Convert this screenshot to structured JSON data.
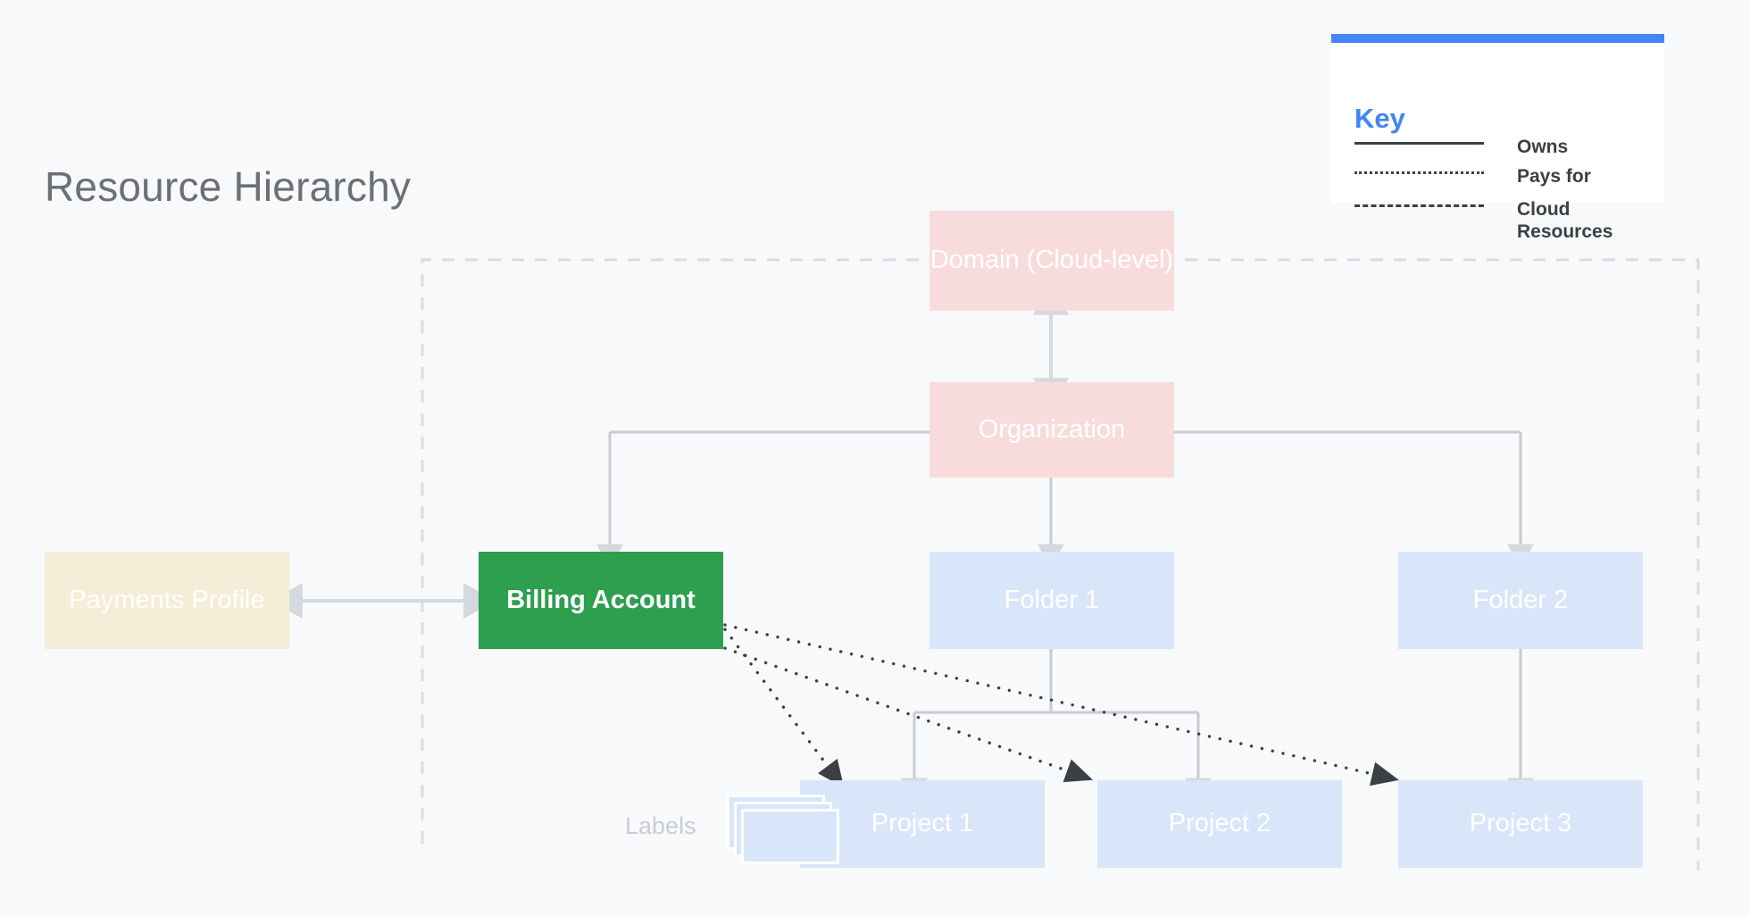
{
  "page": {
    "title": "Resource Hierarchy",
    "background_color": "#F7F9FA"
  },
  "colors": {
    "accent_blue": "#4285F4",
    "pink_node": "#F8DCDC",
    "blue_node": "#D9E5F9",
    "cream_node": "#F6EDD8",
    "green_node": "#2E9E4F",
    "owns_line": "#C8CCD0",
    "pays_for_line": "#3C4043",
    "cloud_resources_line": "#DADCE0",
    "title_text": "#6C6F73",
    "labels_text": "#C9CDD2",
    "key_text": "#3C4043"
  },
  "key": {
    "heading": "Key",
    "entries": [
      {
        "style": "solid",
        "label": "Owns"
      },
      {
        "style": "dotted",
        "label": "Pays for"
      },
      {
        "style": "dashed",
        "label": "Cloud\nResources"
      }
    ]
  },
  "nodes": {
    "domain": "Domain (Cloud-level)",
    "organization": "Organization",
    "payments_profile": "Payments Profile",
    "billing_account": "Billing Account",
    "folder_1": "Folder 1",
    "folder_2": "Folder 2",
    "project_1": "Project 1",
    "project_2": "Project 2",
    "project_3": "Project 3",
    "labels": "Labels"
  },
  "relations": [
    {
      "from": "Domain (Cloud-level)",
      "to": "Organization",
      "type": "Owns",
      "bidirectional": true
    },
    {
      "from": "Organization",
      "to": "Billing Account",
      "type": "Owns"
    },
    {
      "from": "Organization",
      "to": "Folder 1",
      "type": "Owns"
    },
    {
      "from": "Organization",
      "to": "Folder 2",
      "type": "Owns"
    },
    {
      "from": "Payments Profile",
      "to": "Billing Account",
      "type": "Owns",
      "bidirectional": true
    },
    {
      "from": "Folder 1",
      "to": "Project 1",
      "type": "Owns"
    },
    {
      "from": "Folder 1",
      "to": "Project 2",
      "type": "Owns"
    },
    {
      "from": "Folder 2",
      "to": "Project 3",
      "type": "Owns"
    },
    {
      "from": "Billing Account",
      "to": "Project 1",
      "type": "Pays for"
    },
    {
      "from": "Billing Account",
      "to": "Project 2",
      "type": "Pays for"
    },
    {
      "from": "Billing Account",
      "to": "Project 3",
      "type": "Pays for"
    }
  ],
  "cloud_resources_boundary": "Cloud Resources"
}
